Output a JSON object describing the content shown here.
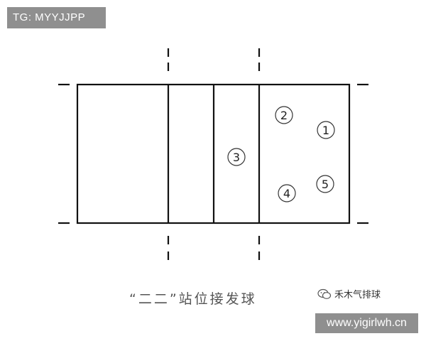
{
  "watermark_top": "TG: MYYJJPP",
  "caption": "“二二”站位接发球",
  "brand": {
    "icon": "wechat-icon",
    "name": "禾木气排球"
  },
  "watermark_bottom": "www.yigirlwh.cn",
  "court": {
    "positions": [
      {
        "label": "1"
      },
      {
        "label": "2"
      },
      {
        "label": "3"
      },
      {
        "label": "4"
      },
      {
        "label": "5"
      }
    ]
  },
  "colors": {
    "line": "#111111",
    "badge": "#8f8f8f",
    "caption": "#555555"
  }
}
